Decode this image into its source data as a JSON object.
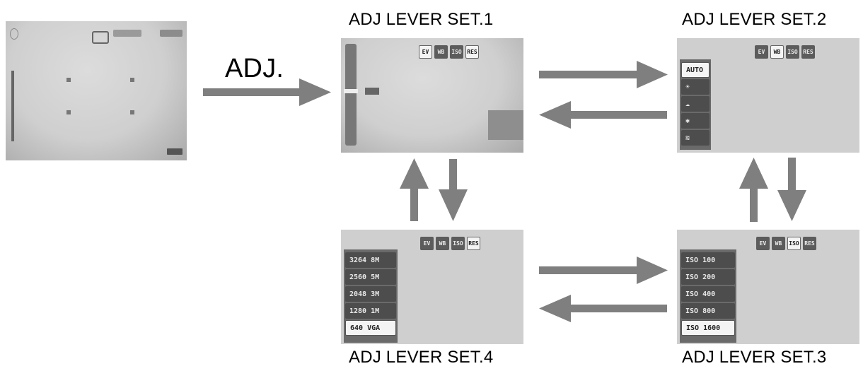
{
  "adj_label": "ADJ.",
  "screens": {
    "set1": {
      "title": "ADJ LEVER SET.1",
      "icons": [
        "EV",
        "WB",
        "ISO",
        "RES"
      ],
      "active_icon": 0
    },
    "set2": {
      "title": "ADJ LEVER SET.2",
      "icons": [
        "EV",
        "WB",
        "ISO",
        "RES"
      ],
      "active_icon": 1,
      "menu": [
        "AUTO",
        "☀",
        "☁",
        "✱",
        "≋"
      ],
      "selected": 0
    },
    "set3": {
      "title": "ADJ LEVER SET.3",
      "icons": [
        "EV",
        "WB",
        "ISO",
        "RES"
      ],
      "active_icon": 2,
      "menu": [
        "ISO 100",
        "ISO 200",
        "ISO 400",
        "ISO 800",
        "ISO 1600"
      ],
      "selected": 4
    },
    "set4": {
      "title": "ADJ LEVER SET.4",
      "icons": [
        "EV",
        "WB",
        "ISO",
        "RES"
      ],
      "active_icon": 3,
      "menu": [
        "3264 8M",
        "2560 5M",
        "2048 3M",
        "1280 1M",
        "640 VGA"
      ],
      "selected": 4
    }
  },
  "colors": {
    "arrow": "#7f7f7f",
    "screen": "#cfcfcf",
    "menu": "#4d4d4d"
  }
}
